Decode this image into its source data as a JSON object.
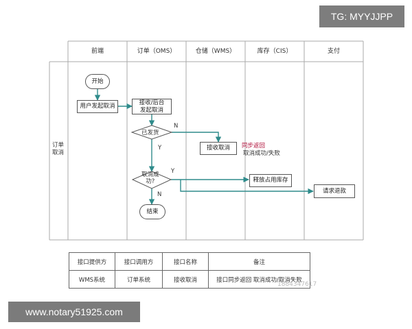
{
  "overlay": {
    "tag": "TG: MYYJJPP",
    "website": "www.notary51925.com",
    "watermark": "1884347617"
  },
  "swimlane": {
    "columns": [
      "前端",
      "订单（OMS）",
      "仓储（WMS）",
      "库存（CIS）",
      "支付"
    ],
    "row_label_line1": "订单",
    "row_label_line2": "取消"
  },
  "flow": {
    "start": "开始",
    "user_cancel": "用户发起取消",
    "receive_line1": "接收/后台",
    "receive_line2": "发起取消",
    "shipped": "已发货",
    "wms_receive": "接收取消",
    "sync_return": "同步返回",
    "cancel_result": "取消成功/失败",
    "cancel_ok_line1": "取消成",
    "cancel_ok_line2": "功?",
    "release_stock": "释放占用库存",
    "refund": "请求退款",
    "end": "结束",
    "label_n1": "N",
    "label_y1": "Y",
    "label_y2": "Y",
    "label_n2": "N"
  },
  "table": {
    "headers": [
      "接口提供方",
      "接口调用方",
      "接口名称",
      "备注"
    ],
    "row": [
      "WMS系统",
      "订单系统",
      "接收取消",
      "接口同步返回 取消成功/取消失败"
    ]
  },
  "colors": {
    "flow_line": "#2f8b8b",
    "sync_text": "#b0103a",
    "grid": "#aaaaaa"
  }
}
